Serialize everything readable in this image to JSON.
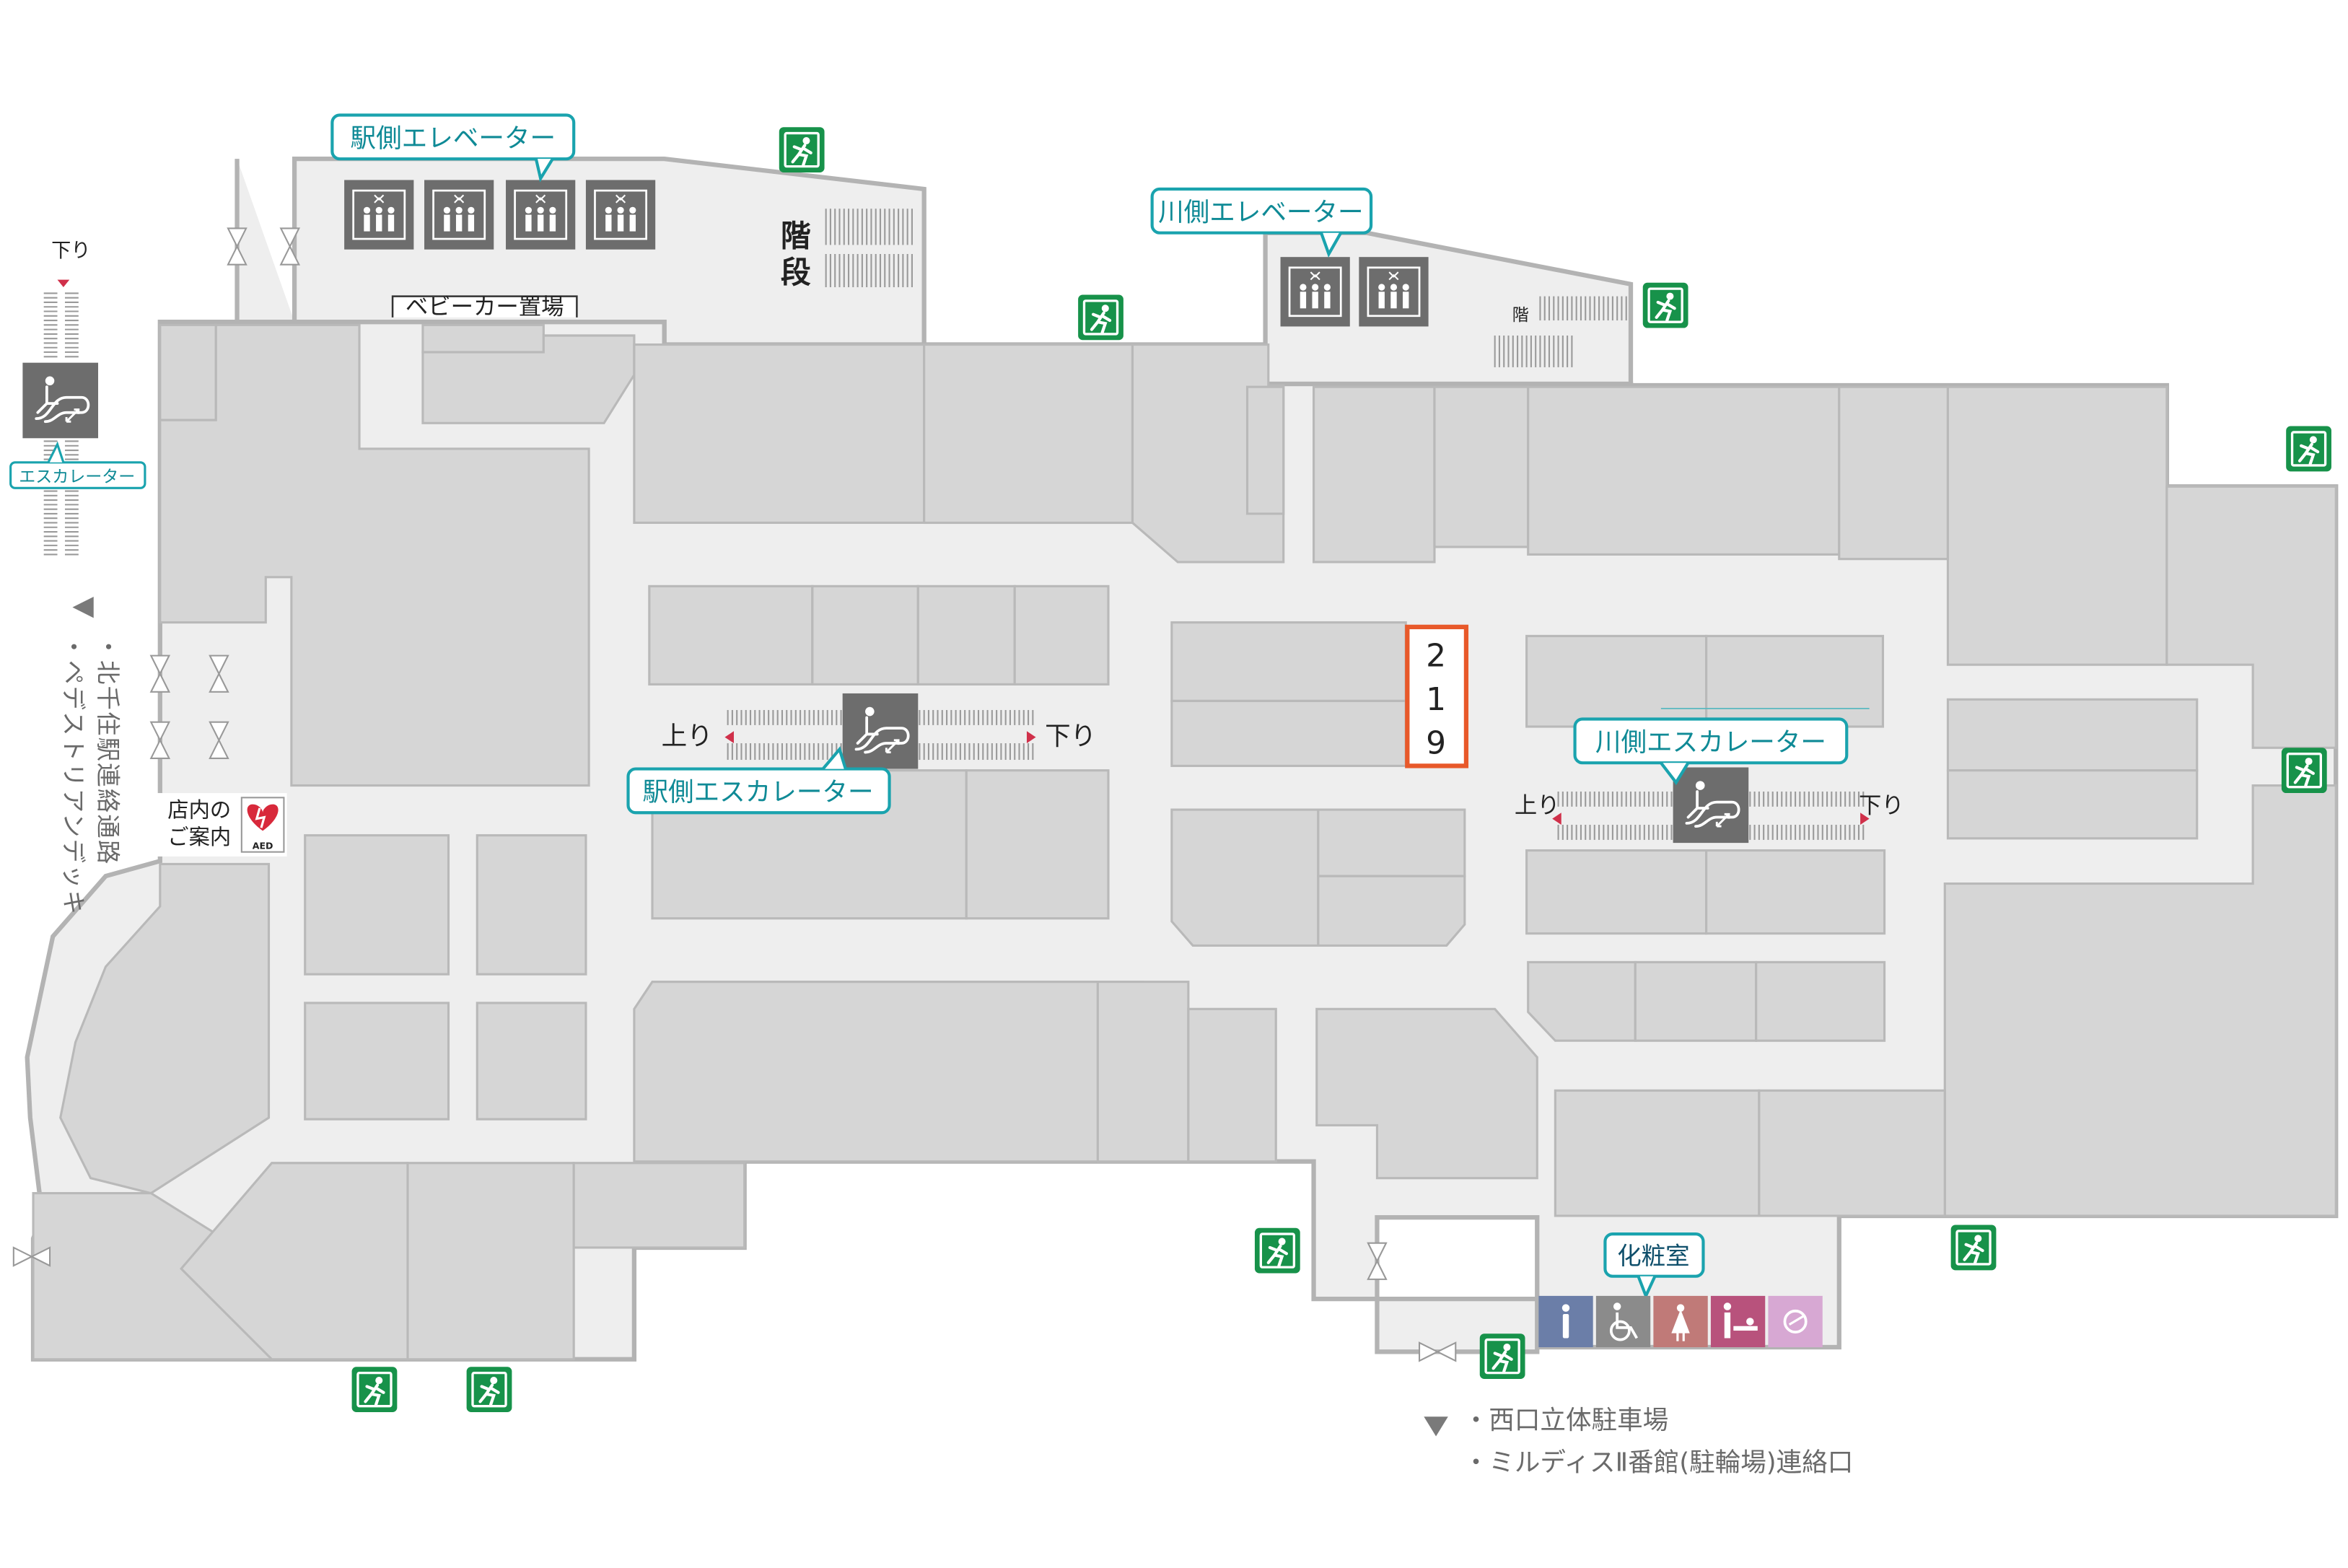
{
  "labels": {
    "station_elevator": "駅側エレベーター",
    "river_elevator": "川側エレベーター",
    "station_escalator": "駅側エスカレーター",
    "river_escalator": "川側エスカレーター",
    "escalator_left": "エスカレーター",
    "stroller": "ベビーカー置場",
    "stairs_1": "階",
    "stairs_2": "段",
    "stairs_small": "階",
    "up": "上り",
    "down": "下り",
    "info_1": "店内の",
    "info_2": "ご案内",
    "aed": "AED",
    "restroom": "化粧室",
    "shop_number": [
      "2",
      "1",
      "9"
    ],
    "left_passage": "・北千住駅連絡通路",
    "left_deck": "・ペデストリアンデッキ",
    "bottom_1": "・西口立体駐車場",
    "bottom_2": "・ミルディスⅡ番館(駐輪場)連絡口"
  },
  "icons": [
    "elevator-icon",
    "escalator-icon",
    "emergency-exit-icon",
    "door-icon",
    "aed-heart-icon",
    "restroom-male-icon",
    "restroom-wheelchair-icon",
    "restroom-female-icon",
    "baby-changing-icon",
    "ostomate-icon"
  ],
  "colors": {
    "floor": "#d8d8d8",
    "wall": "#b5b5b5",
    "teal": "#1aa3ae",
    "exit_green": "#17924a",
    "highlight": "#e8592a",
    "icon_dark": "#6d6d6d",
    "male": "#6b7ea8",
    "accessible": "#8b8b8b",
    "female": "#c07a78",
    "baby": "#b8527c",
    "ostomate": "#d7a8d3"
  }
}
